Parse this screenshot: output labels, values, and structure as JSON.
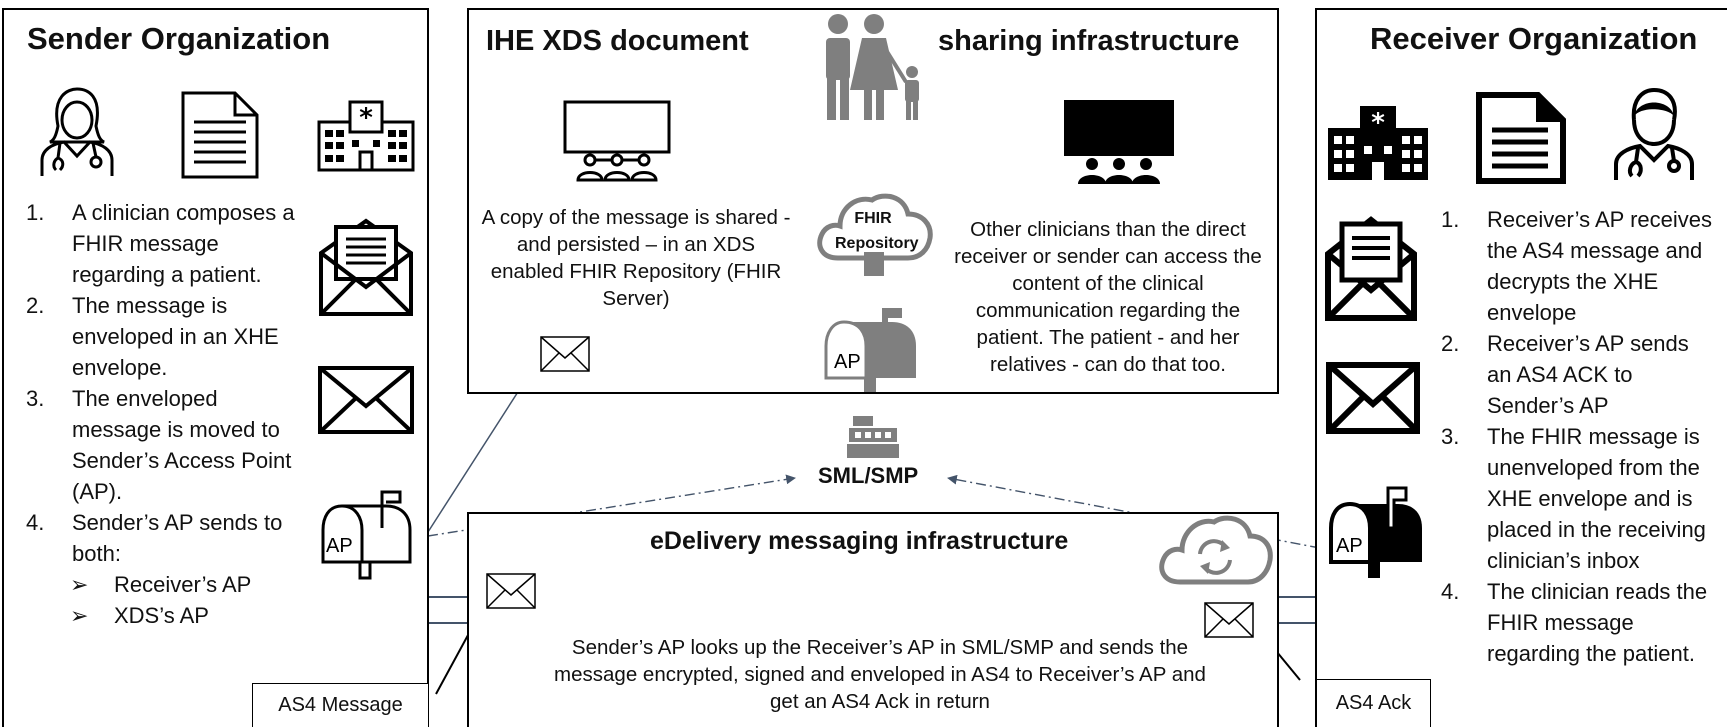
{
  "sender": {
    "title": "Sender Organization",
    "steps": [
      {
        "num": "1.",
        "text": "A clinician composes a FHIR message regarding a patient."
      },
      {
        "num": "2.",
        "text": "The message is enveloped in an XHE envelope."
      },
      {
        "num": "3.",
        "text": "The enveloped message is moved to Sender’s Access Point (AP)."
      },
      {
        "num": "4.",
        "text": "Sender’s AP sends to both:"
      }
    ],
    "bullets": [
      "Receiver’s AP",
      "XDS’s AP"
    ],
    "bullet_marker": "➢",
    "ap_label": "AP"
  },
  "xds": {
    "title_left": "IHE XDS document",
    "title_right": "sharing infrastructure",
    "left_text": "A copy of the message is shared - and persisted – in an XDS enabled FHIR Repository (FHIR Server)",
    "right_text": "Other clinicians than the direct receiver or sender can access the content of the clinical communication regarding the patient. The patient - and her relatives - can do that too.",
    "repo_label": "FHIR Repository",
    "ap_label": "AP"
  },
  "sml": {
    "label": "SML/SMP"
  },
  "edelivery": {
    "title": "eDelivery messaging infrastructure",
    "text": "Sender’s AP looks up the Receiver’s AP in SML/SMP and sends the message encrypted, signed and enveloped in AS4 to Receiver’s AP and get an AS4 Ack in return"
  },
  "receiver": {
    "title": "Receiver Organization",
    "steps": [
      {
        "num": "1.",
        "text": "Receiver’s AP receives the AS4 message and decrypts the XHE envelope"
      },
      {
        "num": "2.",
        "text": "Receiver’s AP sends an AS4 ACK to Sender’s AP"
      },
      {
        "num": "3.",
        "text": "The FHIR message is unenveloped from the XHE envelope and is placed in the receiving clinician’s inbox"
      },
      {
        "num": "4.",
        "text": "The clinician reads the FHIR message regarding the patient."
      }
    ],
    "ap_label": "AP"
  },
  "labels": {
    "as4_message": "AS4 Message",
    "as4_ack": "AS4 Ack"
  },
  "colors": {
    "arrow": "#44546a",
    "icon_dark": "#000000",
    "icon_gray": "#7f7f7f"
  }
}
